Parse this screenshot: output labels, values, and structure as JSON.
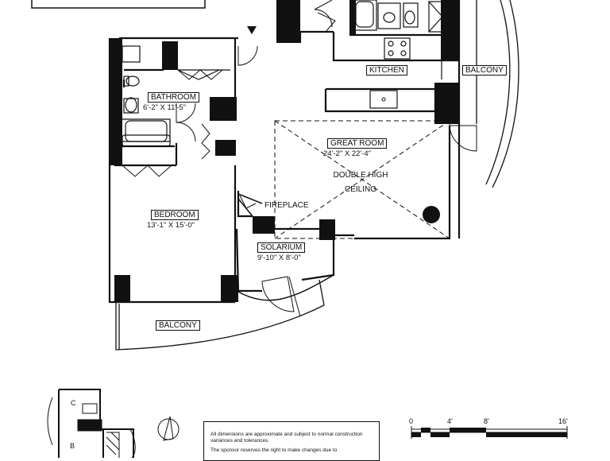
{
  "rooms": {
    "kitchen": {
      "name": "KITCHEN"
    },
    "balcony_east": {
      "name": "BALCONY"
    },
    "bathroom": {
      "name": "BATHROOM",
      "dims": "6'-2\" X 11'-5\""
    },
    "great_room": {
      "name": "GREAT ROOM",
      "dims": "24'-2\" X 22'-4\""
    },
    "double_high": {
      "line1": "DOUBLE HIGH",
      "line2": "CEILING"
    },
    "fireplace": {
      "name": "FIREPLACE"
    },
    "bedroom": {
      "name": "BEDROOM",
      "dims": "13'-1\" X 15'-0\""
    },
    "solarium": {
      "name": "SOLARIUM",
      "dims": "9'-10\" X 8'-0\""
    },
    "balcony_south": {
      "name": "BALCONY"
    }
  },
  "keyplan": {
    "labels": [
      "C",
      "B"
    ]
  },
  "disclaimer": {
    "line1": "All dimensions are approximate and subject to normal construction variances and tolerances.",
    "line2": "The sponsor reserves the right to make changes due to"
  },
  "scale": {
    "ticks": [
      "0",
      "4'",
      "8'",
      "16'"
    ]
  }
}
